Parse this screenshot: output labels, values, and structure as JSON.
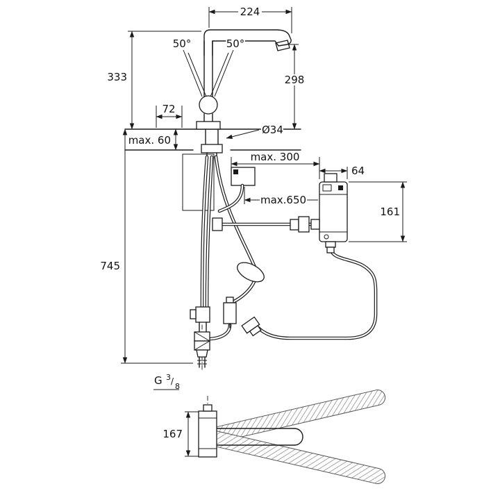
{
  "drawing": {
    "type": "faucet-installation-dimension-drawing",
    "colors": {
      "line": "#1a1a1a",
      "background": "#ffffff"
    }
  },
  "dimensions": {
    "spout_reach": "224",
    "swivel_angle_left": "50°",
    "swivel_angle_right": "50°",
    "faucet_height": "333",
    "outlet_clearance": "298",
    "base_offset": "72",
    "max_counter_thickness": "max. 60",
    "hole_diameter": "Ø34",
    "max_hose_to_plug": "max. 300",
    "control_box_width": "64",
    "max_pullout_hose": "max.650",
    "control_box_height": "161",
    "total_installation_depth": "745",
    "supply_thread_prefix": "G",
    "supply_thread_numerator": "3",
    "supply_thread_slash": "/",
    "supply_thread_denominator": "8",
    "base_body_height": "167"
  }
}
